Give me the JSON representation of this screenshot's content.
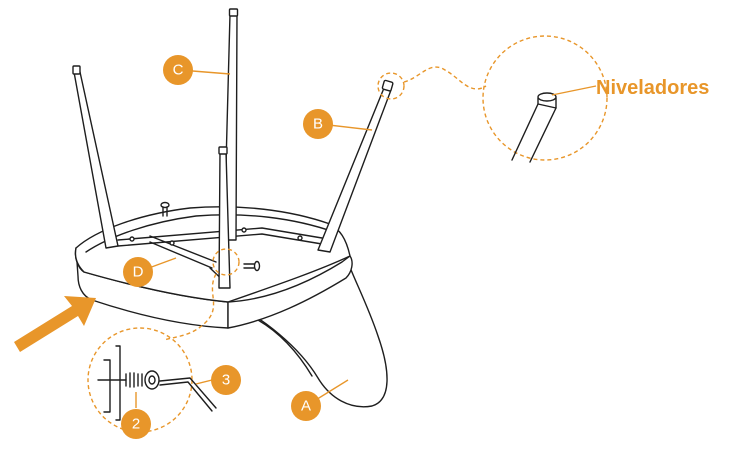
{
  "callout": {
    "text": "Niveladores"
  },
  "labels": {
    "A": "A",
    "B": "B",
    "C": "C",
    "D": "D",
    "n2": "2",
    "n3": "3"
  },
  "colors": {
    "accent": "#e8962a",
    "line": "#1e1e1e",
    "background": "#ffffff"
  },
  "icons": {
    "arrow": "insert-direction-arrow"
  }
}
